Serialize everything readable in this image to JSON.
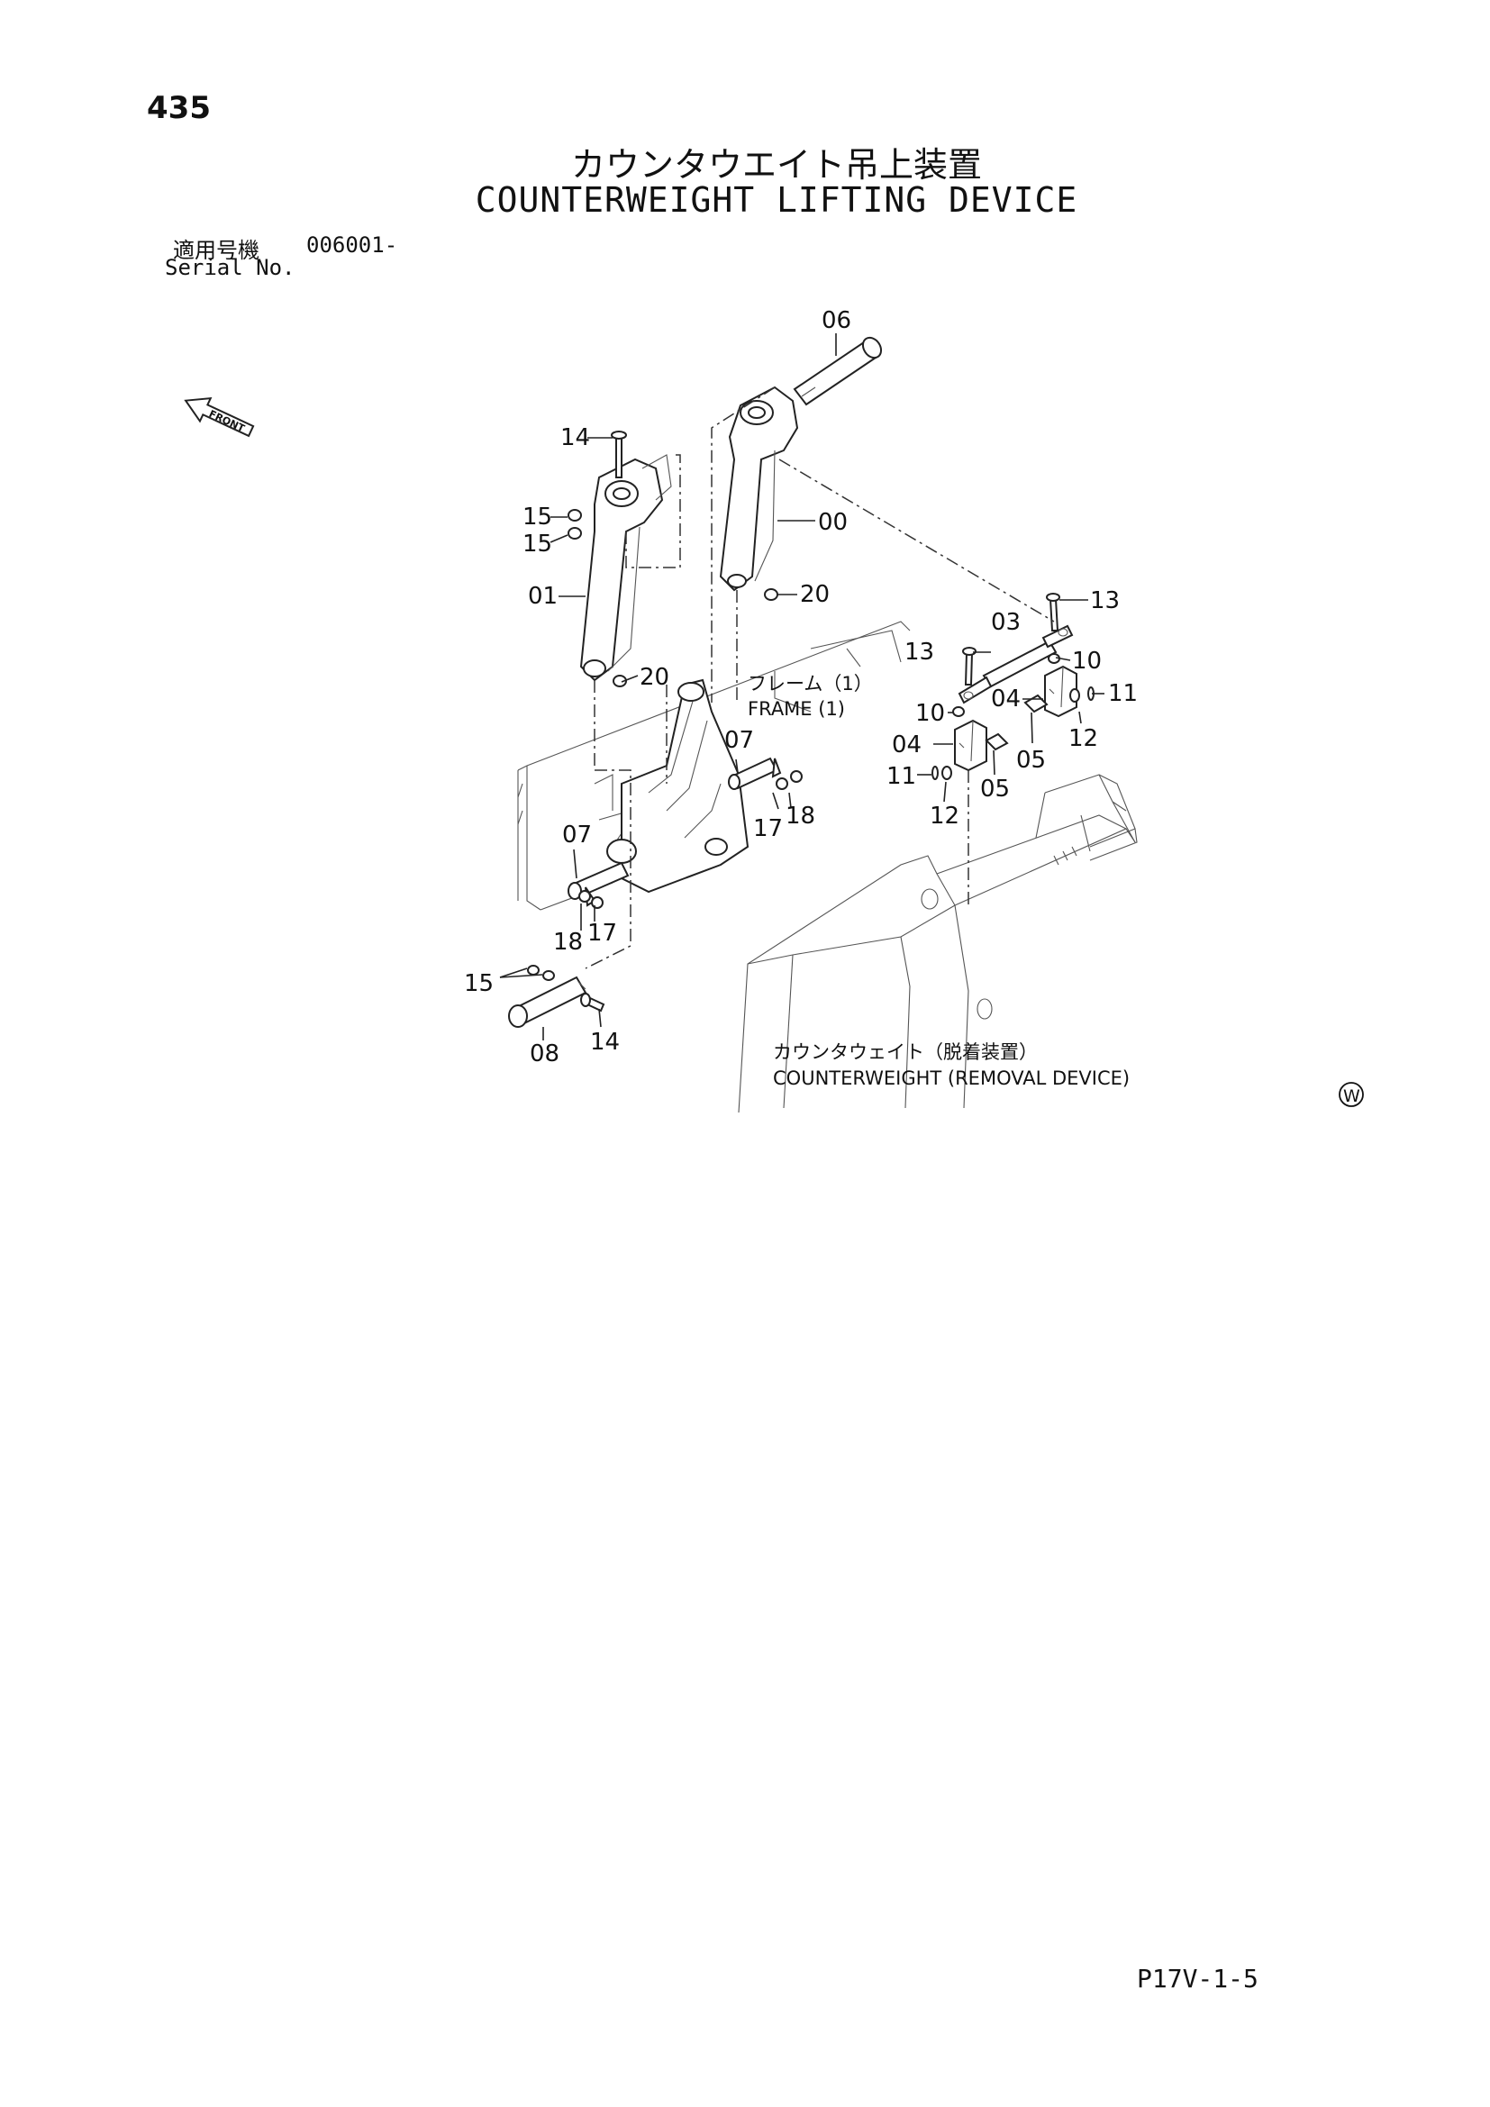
{
  "page_number": "435",
  "title_jp": "カウンタウエイト吊上装置",
  "title_en": "COUNTERWEIGHT LIFTING DEVICE",
  "serial": {
    "label_jp": "適用号機",
    "number": "006001-",
    "label_en": "Serial No."
  },
  "front_label": "FRONT",
  "frame_label_jp": "フレーム（1）",
  "frame_label_en": "FRAME (1)",
  "cw_label_jp": "カウンタウェイト（脱着装置）",
  "cw_label_en": "COUNTERWEIGHT (REMOVAL DEVICE)",
  "w_mark": "W",
  "footer_code": "P17V-1-5",
  "callouts": {
    "c06": "06",
    "c14a": "14",
    "c15a": "15",
    "c15b": "15",
    "c00": "00",
    "c01": "01",
    "c20a": "20",
    "c20b": "20",
    "c13a": "13",
    "c03": "03",
    "c13b": "13",
    "c10a": "10",
    "c11a": "11",
    "c04a": "04",
    "c12a": "12",
    "c10b": "10",
    "c04b": "04",
    "c05a": "05",
    "c05b": "05",
    "c11b": "11",
    "c12b": "12",
    "c07a": "07",
    "c17a": "17",
    "c18a": "18",
    "c07b": "07",
    "c18b": "18",
    "c17b": "17",
    "c15c": "15",
    "c14b": "14",
    "c08": "08"
  }
}
